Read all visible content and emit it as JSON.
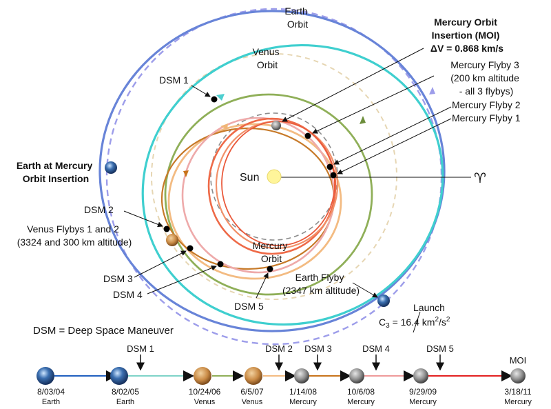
{
  "labels": {
    "earth_orbit": [
      "Earth",
      "Orbit"
    ],
    "venus_orbit": [
      "Venus",
      "Orbit"
    ],
    "mercury_orbit": [
      "Mercury",
      "Orbit"
    ],
    "sun": "Sun",
    "moi": [
      "Mercury Orbit",
      "Insertion (MOI)",
      "ΔV = 0.868 km/s"
    ],
    "flyby3": [
      "Mercury Flyby 3",
      "(200 km altitude",
      "- all 3 flybys)"
    ],
    "flyby2": "Mercury Flyby 2",
    "flyby1": "Mercury Flyby 1",
    "aries": "♈",
    "dsm1": "DSM 1",
    "dsm2": "DSM 2",
    "dsm3": "DSM 3",
    "dsm4": "DSM 4",
    "dsm5": "DSM 5",
    "earth_at_moi": [
      "Earth at Mercury",
      "Orbit Insertion"
    ],
    "venus_flybys": [
      "Venus Flybys 1 and 2",
      "(3324 and 300 km altitude)"
    ],
    "earth_flyby": [
      "Earth Flyby",
      "(2347 km altitude)"
    ],
    "launch": "Launch",
    "c3_prefix": "C",
    "c3_sub": "3",
    "c3_mid": " = 16.4 km",
    "c3_sup1": "2",
    "c3_mid2": "/s",
    "c3_sup2": "2",
    "dsm_legend": "DSM = Deep Space Maneuver"
  },
  "timeline": {
    "events": [
      {
        "date": "8/03/04",
        "body": "Earth"
      },
      {
        "date": "8/02/05",
        "body": "Earth"
      },
      {
        "date": "10/24/06",
        "body": "Venus"
      },
      {
        "date": "6/5/07",
        "body": "Venus"
      },
      {
        "date": "1/14/08",
        "body": "Mercury"
      },
      {
        "date": "10/6/08",
        "body": "Mercury"
      },
      {
        "date": "9/29/09",
        "body": "Mercury"
      },
      {
        "date": "3/18/11",
        "body": "Mercury"
      }
    ],
    "markers": [
      "DSM 1",
      "DSM 2",
      "DSM 3",
      "DSM 4",
      "DSM 5",
      "MOI"
    ]
  },
  "colors": {
    "earth_orbit": "#8f8fe8",
    "venus_orbit": "#e0cfa8",
    "mercury_orbit": "#8a8a8a",
    "transfer_blue": "#5a7fd6",
    "transfer_cyan": "#4ecfd0",
    "transfer_green": "#8fae5c",
    "transfer_tan": "#f0b577",
    "transfer_brown": "#c8731a",
    "transfer_pink": "#e99a9a",
    "transfer_red": "#e8553a",
    "sun": "#fff59a"
  }
}
